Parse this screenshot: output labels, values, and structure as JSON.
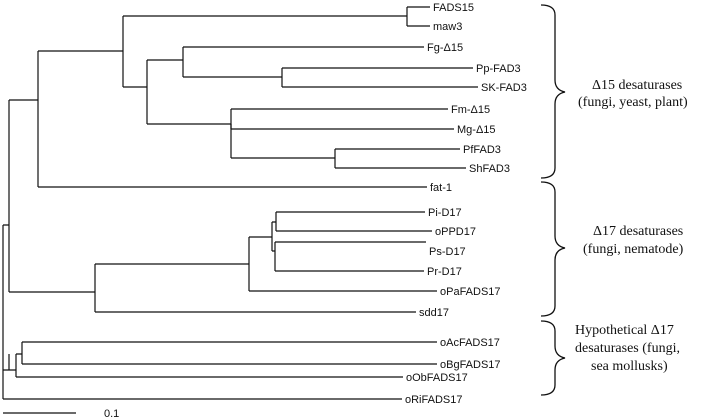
{
  "tree": {
    "leaves": {
      "fads15": "FADS15",
      "maw3": "maw3",
      "fg_d15": "Fg-Δ15",
      "pp_fad3": "Pp-FAD3",
      "sk_fad3": "SK-FAD3",
      "fm_d15": "Fm-Δ15",
      "mg_d15": "Mg-Δ15",
      "pffad3": "PfFAD3",
      "shfad3": "ShFAD3",
      "fat1": "fat-1",
      "pi_d17": "Pi-D17",
      "oppd17": "oPPD17",
      "ps_d17": "Ps-D17",
      "pr_d17": "Pr-D17",
      "opafads17": "oPaFADS17",
      "sdd17": "sdd17",
      "oacfads17": "oAcFADS17",
      "obgfads17": "oBgFADS17",
      "oobfads17": "oObFADS17",
      "orifads17": "oRiFADS17"
    },
    "groups": {
      "d15": {
        "line1": "Δ15 desaturases",
        "line2": "(fungi, yeast, plant)"
      },
      "d17": {
        "line1": "Δ17 desaturases",
        "line2": "(fungi, nematode)"
      },
      "hyp": {
        "line1": "Hypothetical Δ17",
        "line2": "desaturases (fungi,",
        "line3": "sea mollusks)"
      }
    },
    "scale_label": "0.1"
  }
}
